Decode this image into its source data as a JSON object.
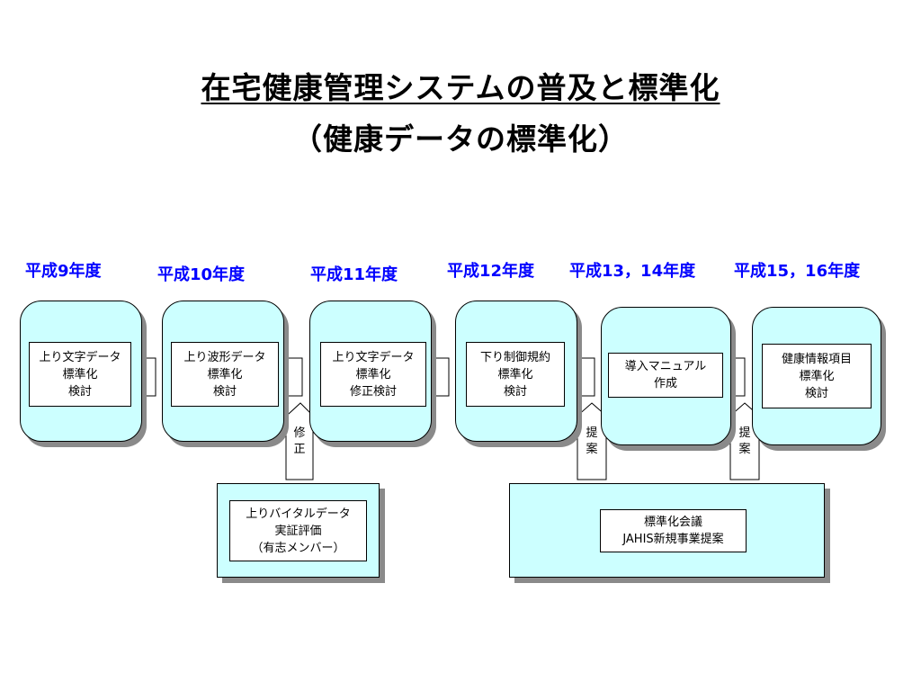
{
  "title": {
    "line1": "在宅健康管理システムの普及と標準化",
    "line2": "（健康データの標準化）"
  },
  "years": [
    "平成9年度",
    "平成10年度",
    "平成11年度",
    "平成12年度",
    "平成13，14年度",
    "平成15，16年度"
  ],
  "phases": [
    {
      "lines": [
        "上り文字データ",
        "標準化",
        "検討"
      ]
    },
    {
      "lines": [
        "上り波形データ",
        "標準化",
        "検討"
      ]
    },
    {
      "lines": [
        "上り文字データ",
        "標準化",
        "修正検討"
      ]
    },
    {
      "lines": [
        "下り制御規約",
        "標準化",
        "検討"
      ]
    },
    {
      "lines": [
        "導入マニュアル",
        "作成"
      ]
    },
    {
      "lines": [
        "健康情報項目",
        "標準化",
        "検討"
      ]
    }
  ],
  "up_arrows": [
    {
      "chars": [
        "修",
        "正"
      ]
    },
    {
      "chars": [
        "提",
        "案"
      ]
    },
    {
      "chars": [
        "提",
        "案"
      ]
    }
  ],
  "bottom_boxes": {
    "vital": {
      "lines": [
        "上りバイタルデータ",
        "実証評価",
        "（有志メンバー）"
      ]
    },
    "council": {
      "lines": [
        "標準化会議",
        "JAHIS新規事業提案"
      ]
    }
  },
  "colors": {
    "phase_fill": "#ccffff",
    "year_text": "#0000ff",
    "shadow": "#8a8a8a"
  }
}
